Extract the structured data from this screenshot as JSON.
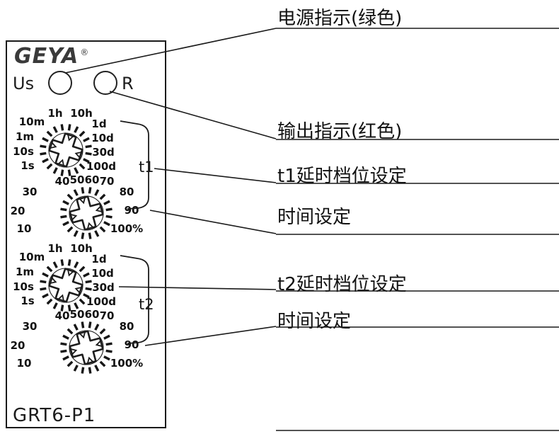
{
  "device": {
    "brand": "GEYA",
    "registered_mark": "®",
    "model": "GRT6-P1",
    "power_led_label": "Us",
    "output_led_label": "R",
    "timer1_label": "t1",
    "timer2_label": "t2",
    "time_range_scale": [
      "1h",
      "10h",
      "10m",
      "1d",
      "1m",
      "10d",
      "10s",
      "30d",
      "1s",
      "100d"
    ],
    "percent_scale": [
      "30",
      "40",
      "50",
      "60",
      "70",
      "80",
      "20",
      "90",
      "10",
      "100%"
    ]
  },
  "callouts": [
    {
      "text": "电源指示(绿色)"
    },
    {
      "text": "输出指示(红色)"
    },
    {
      "text": "t1延时档位设定"
    },
    {
      "text": "时间设定"
    },
    {
      "text": "t2延时档位设定"
    },
    {
      "text": "时间设定"
    }
  ]
}
